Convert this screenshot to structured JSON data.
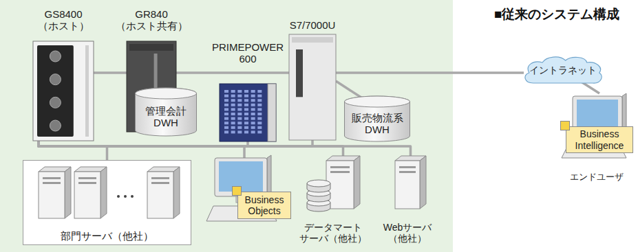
{
  "diagram": {
    "title": "■従来のシステム構成",
    "nodes": [
      {
        "text": [
          "GS8400 （ホスト）"
        ]
      },
      {
        "text": [
          "GR840 （ホスト共有）"
        ]
      },
      {
        "text": [
          "管理会計 DWH"
        ]
      },
      {
        "text": [
          "PRIMEPOWER 600"
        ]
      },
      {
        "text": [
          "S7/7000U"
        ]
      },
      {
        "text": [
          "販売物流系 DWH"
        ]
      },
      {
        "text": [
          "部門サーバ（他社）"
        ]
      },
      {
        "text": [
          "Business Objects"
        ]
      },
      {
        "text": [
          "データマート サーバ（他社）"
        ]
      },
      {
        "text": [
          "Webサーバ （他社）"
        ]
      },
      {
        "text": [
          "イントラネット"
        ]
      },
      {
        "text": [
          "Business Intelligence"
        ]
      },
      {
        "text": [
          "エンドユーザ"
        ]
      }
    ],
    "edges": [
      {
        "from": 0,
        "to": 1,
        "arrow": "none"
      },
      {
        "from": 1,
        "to": 4,
        "arrow": "none"
      },
      {
        "from": 4,
        "to": 5,
        "arrow": "none"
      },
      {
        "from": 4,
        "to": 10,
        "arrow": "none"
      },
      {
        "from": 10,
        "to": 12,
        "arrow": "none"
      },
      {
        "from": 0,
        "to": 3,
        "arrow": "none"
      },
      {
        "from": 0,
        "to": 4,
        "arrow": "none"
      },
      {
        "from": 0,
        "to": 6,
        "arrow": "none"
      },
      {
        "from": 0,
        "to": 7,
        "arrow": "none"
      },
      {
        "from": 0,
        "to": 8,
        "arrow": "none"
      },
      {
        "from": 0,
        "to": 9,
        "arrow": "none"
      }
    ]
  }
}
